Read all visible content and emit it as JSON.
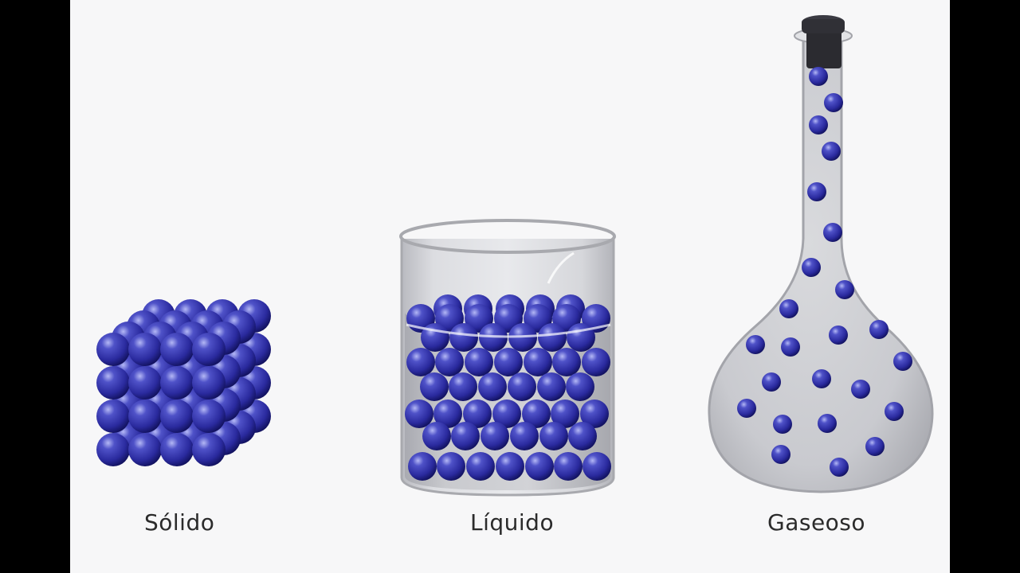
{
  "labels": {
    "solid": "Sólido",
    "liquid": "Líquido",
    "gas": "Gaseoso"
  },
  "colors": {
    "background": "#f7f7f8",
    "frame": "#000000",
    "particle": "#2a2aa0",
    "particle_highlight": "#9ea3f0",
    "particle_dark": "#0d0d55",
    "glass": "#cfd0d4",
    "liquid": "#bfc0c6",
    "cork": "#2a2a2e"
  }
}
